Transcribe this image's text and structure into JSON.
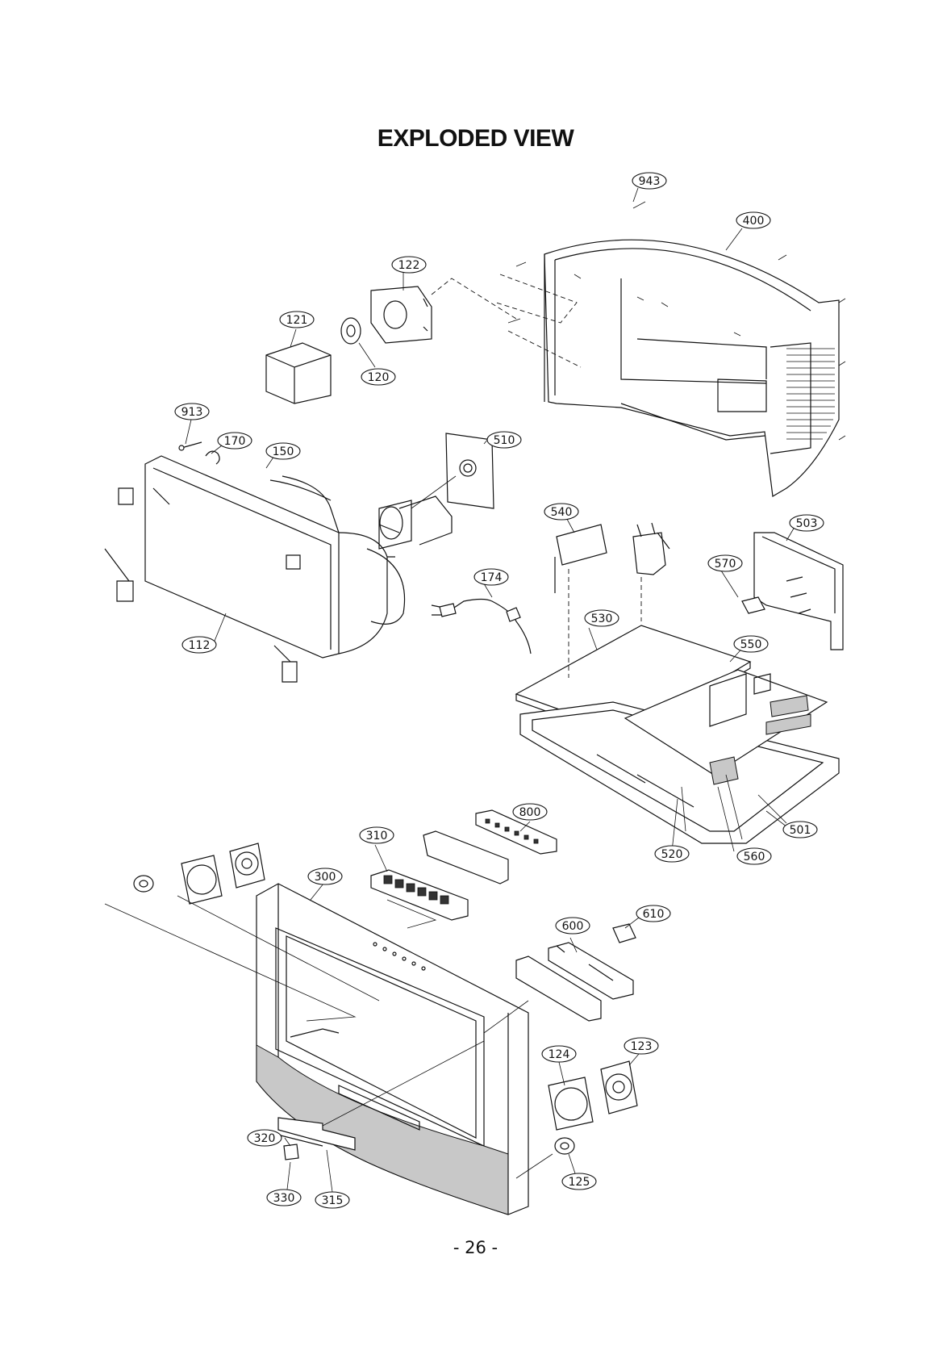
{
  "title": "EXPLODED VIEW",
  "page_number": "- 26 -",
  "callouts": [
    {
      "id": "c943",
      "label": "943"
    },
    {
      "id": "c400",
      "label": "400"
    },
    {
      "id": "c122",
      "label": "122"
    },
    {
      "id": "c121",
      "label": "121"
    },
    {
      "id": "c120",
      "label": "120"
    },
    {
      "id": "c913",
      "label": "913"
    },
    {
      "id": "c170",
      "label": "170"
    },
    {
      "id": "c150",
      "label": "150"
    },
    {
      "id": "c510",
      "label": "510"
    },
    {
      "id": "c540",
      "label": "540"
    },
    {
      "id": "c503",
      "label": "503"
    },
    {
      "id": "c570",
      "label": "570"
    },
    {
      "id": "c174",
      "label": "174"
    },
    {
      "id": "c530",
      "label": "530"
    },
    {
      "id": "c550",
      "label": "550"
    },
    {
      "id": "c112",
      "label": "112"
    },
    {
      "id": "c800",
      "label": "800"
    },
    {
      "id": "c310",
      "label": "310"
    },
    {
      "id": "c501",
      "label": "501"
    },
    {
      "id": "c520",
      "label": "520"
    },
    {
      "id": "c560",
      "label": "560"
    },
    {
      "id": "c300",
      "label": "300"
    },
    {
      "id": "c610",
      "label": "610"
    },
    {
      "id": "c600",
      "label": "600"
    },
    {
      "id": "c124",
      "label": "124"
    },
    {
      "id": "c123",
      "label": "123"
    },
    {
      "id": "c320",
      "label": "320"
    },
    {
      "id": "c125",
      "label": "125"
    },
    {
      "id": "c330",
      "label": "330"
    },
    {
      "id": "c315",
      "label": "315"
    }
  ]
}
